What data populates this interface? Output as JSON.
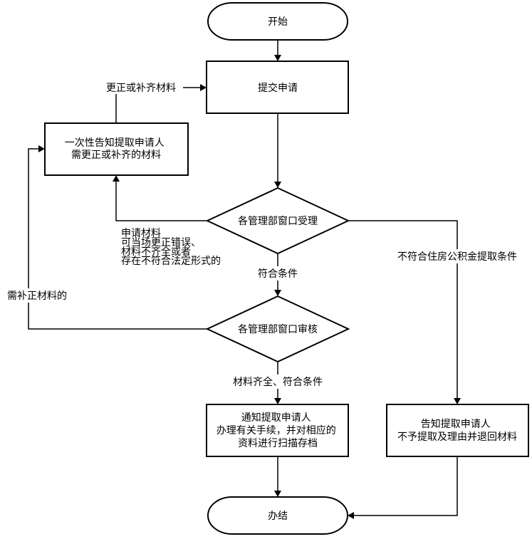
{
  "nodes": {
    "start": "开始",
    "submit": "提交申请",
    "notify_once": [
      "一次性告知提取申请人",
      "需更正或补齐的材料"
    ],
    "accept": "各管理部窗口受理",
    "review": "各管理部窗口审核",
    "notify_handle": [
      "通知提取申请人",
      "办理有关手续，并对相应的",
      "资料进行扫描存档"
    ],
    "reject": [
      "告知提取申请人",
      "不予提取及理由并退回材料"
    ],
    "end": "办结"
  },
  "labels": {
    "correct_or_supplement": "更正或补齐材料",
    "on_site_correction": [
      "申请材料",
      "可当场更正错误、",
      "材料不齐全或者",
      "存在不符合法定形式的"
    ],
    "meets_conditions": "符合条件",
    "not_meet_conditions": "不符合住房公积金提取条件",
    "need_supplement": "需补正材料的",
    "complete_and_meets": "材料齐全、符合条件"
  }
}
